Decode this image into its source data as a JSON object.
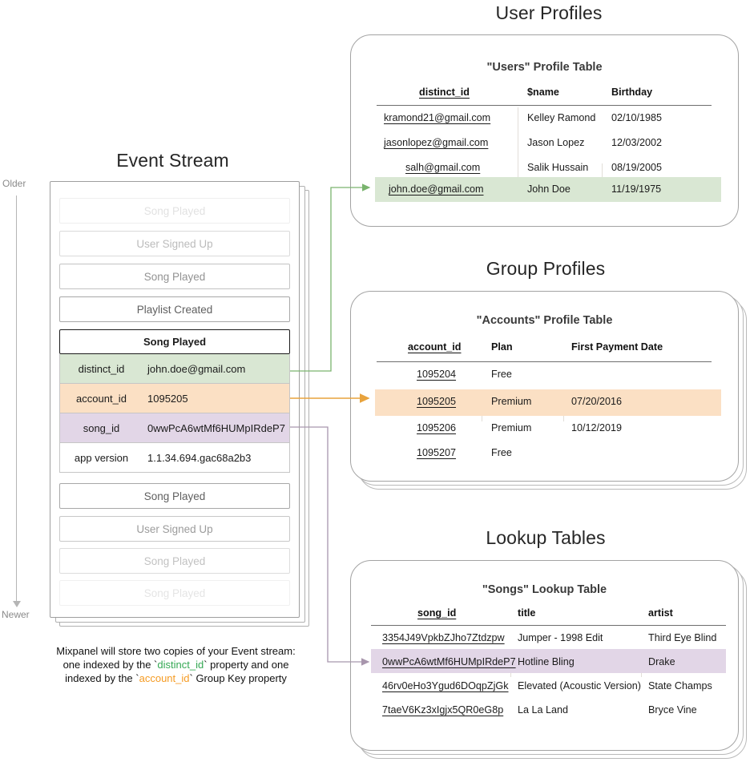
{
  "sections": {
    "event_stream_title": "Event Stream",
    "user_profiles_title": "User Profiles",
    "group_profiles_title": "Group Profiles",
    "lookup_tables_title": "Lookup Tables"
  },
  "timeline": {
    "older_label": "Older",
    "newer_label": "Newer"
  },
  "event_stream": {
    "cards": [
      {
        "label": "Song Played",
        "opacity": 0.18
      },
      {
        "label": "User Signed Up",
        "opacity": 0.42
      },
      {
        "label": "Song Played",
        "opacity": 0.68
      },
      {
        "label": "Playlist Created",
        "opacity": 1.0
      }
    ],
    "selected_event": {
      "name": "Song Played",
      "properties": [
        {
          "key": "distinct_id",
          "value": "john.doe@gmail.com",
          "highlight": "#d9e7d3"
        },
        {
          "key": "account_id",
          "value": "1095205",
          "highlight": "#fbe0c4"
        },
        {
          "key": "song_id",
          "value": "0wwPcA6wtMf6HUMpIRdeP7",
          "highlight": "#e2d6e7"
        },
        {
          "key": "app version",
          "value": "1.1.34.694.gac68a2b3",
          "highlight": "#ffffff"
        }
      ]
    },
    "cards_after": [
      {
        "label": "Song Played",
        "opacity": 1.0
      },
      {
        "label": "User Signed Up",
        "opacity": 0.62
      },
      {
        "label": "Song Played",
        "opacity": 0.38
      },
      {
        "label": "Song Played",
        "opacity": 0.16
      }
    ]
  },
  "caption": {
    "line1": "Mixpanel will store two copies of your Event stream:",
    "line2_pre": "one indexed by the `",
    "line2_kw": "distinct_id",
    "line2_post": "` property and one",
    "line3_pre": "indexed by the `",
    "line3_kw": "account_id",
    "line3_post": "` Group Key property"
  },
  "users_table": {
    "title": "\"Users\" Profile Table",
    "columns": [
      "distinct_id",
      "$name",
      "Birthday"
    ],
    "rows": [
      {
        "distinct_id": "kramond21@gmail.com",
        "name": "Kelley Ramond",
        "birthday": "02/10/1985",
        "highlighted": false
      },
      {
        "distinct_id": "jasonlopez@gmail.com",
        "name": "Jason Lopez",
        "birthday": "12/03/2002",
        "highlighted": false
      },
      {
        "distinct_id": "salh@gmail.com",
        "name": "Salik Hussain",
        "birthday": "08/19/2005",
        "highlighted": false
      },
      {
        "distinct_id": "john.doe@gmail.com",
        "name": "John Doe",
        "birthday": "11/19/1975",
        "highlighted": true
      }
    ]
  },
  "accounts_table": {
    "title": "\"Accounts\" Profile Table",
    "columns": [
      "account_id",
      "Plan",
      "First Payment Date"
    ],
    "rows": [
      {
        "account_id": "1095204",
        "plan": "Free",
        "first_payment": "",
        "highlighted": false
      },
      {
        "account_id": "1095205",
        "plan": "Premium",
        "first_payment": "07/20/2016",
        "highlighted": true
      },
      {
        "account_id": "1095206",
        "plan": "Premium",
        "first_payment": "10/12/2019",
        "highlighted": false
      },
      {
        "account_id": "1095207",
        "plan": "Free",
        "first_payment": "",
        "highlighted": false
      }
    ]
  },
  "songs_table": {
    "title": "\"Songs\" Lookup Table",
    "columns": [
      "song_id",
      "title",
      "artist"
    ],
    "rows": [
      {
        "song_id": "3354J49VpkbZJho7Ztdzpw",
        "title": "Jumper - 1998 Edit",
        "artist": "Third Eye Blind",
        "highlighted": false
      },
      {
        "song_id": "0wwPcA6wtMf6HUMpIRdeP7",
        "title": "Hotline Bling",
        "artist": "Drake",
        "highlighted": true
      },
      {
        "song_id": "46rv0eHo3Ygud6DOqpZjGk",
        "title": "Elevated (Acoustic Version)",
        "artist": "State Champs",
        "highlighted": false
      },
      {
        "song_id": "7taeV6Kz3xIgjx5QR0eG8p",
        "title": "La La Land",
        "artist": "Bryce Vine",
        "highlighted": false
      }
    ]
  },
  "colors": {
    "green_highlight": "#d9e7d3",
    "orange_highlight": "#fbe0c4",
    "purple_highlight": "#e2d6e7",
    "green_connector": "#7ab46e",
    "orange_connector": "#e8a33d",
    "purple_connector": "#a896ad"
  }
}
